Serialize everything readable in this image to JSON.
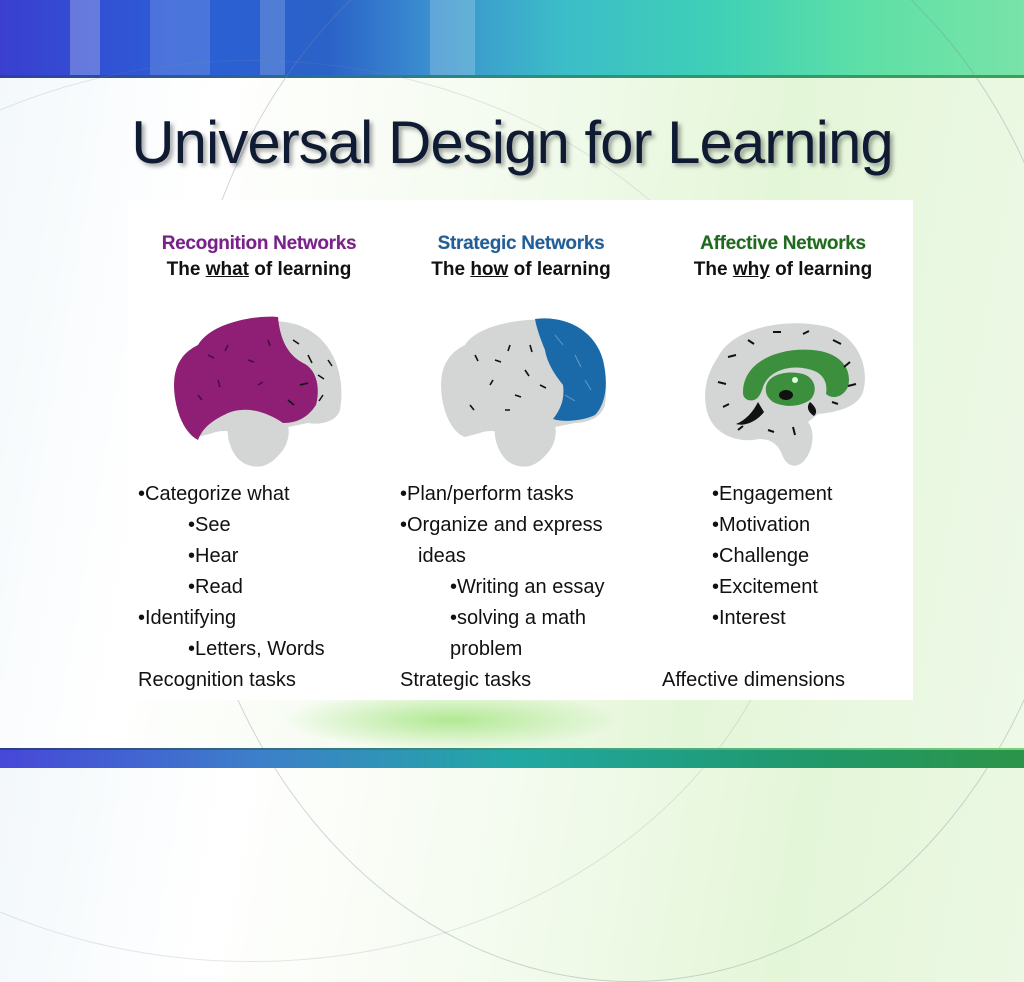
{
  "slide": {
    "title": "Universal Design for Learning",
    "colors": {
      "recognition": "#7a1f8c",
      "strategic": "#1f5e99",
      "affective": "#1e6b1e",
      "brain_gray": "#d4d6d6",
      "recognition_region": "#8e1f74",
      "strategic_region": "#1a6aaa",
      "affective_region": "#3c8f3c"
    },
    "columns": [
      {
        "heading": "Recognition Networks",
        "sub_prefix": "The ",
        "sub_emph": "what",
        "sub_suffix": " of learning",
        "brain_icon": "brain-recognition-icon",
        "items": [
          {
            "level": 1,
            "text": "•Categorize what"
          },
          {
            "level": 2,
            "text": "•See"
          },
          {
            "level": 2,
            "text": "•Hear"
          },
          {
            "level": 2,
            "text": "•Read"
          },
          {
            "level": 1,
            "text": "•Identifying"
          },
          {
            "level": 2,
            "text": "•Letters, Words"
          },
          {
            "level": 0,
            "text": "Recognition tasks"
          }
        ]
      },
      {
        "heading": "Strategic Networks",
        "sub_prefix": "The ",
        "sub_emph": "how",
        "sub_suffix": " of learning",
        "brain_icon": "brain-strategic-icon",
        "items": [
          {
            "level": 1,
            "text": "•Plan/perform tasks"
          },
          {
            "level": 1,
            "text": "•Organize and express"
          },
          {
            "level": 1,
            "text": "  ideas"
          },
          {
            "level": 2,
            "text": "•Writing an essay"
          },
          {
            "level": 2,
            "text": "•solving a math"
          },
          {
            "level": 2,
            "text": "problem"
          },
          {
            "level": 0,
            "text": "Strategic tasks"
          }
        ]
      },
      {
        "heading": "Affective Networks",
        "sub_prefix": "The ",
        "sub_emph": "why",
        "sub_suffix": " of learning",
        "brain_icon": "brain-affective-icon",
        "items": [
          {
            "level": 2,
            "text": "•Engagement"
          },
          {
            "level": 2,
            "text": "•Motivation"
          },
          {
            "level": 2,
            "text": "•Challenge"
          },
          {
            "level": 2,
            "text": "•Excitement"
          },
          {
            "level": 2,
            "text": "•Interest"
          },
          {
            "level": 0,
            "text": ""
          },
          {
            "level": 0,
            "text": "Affective dimensions"
          }
        ]
      }
    ]
  }
}
